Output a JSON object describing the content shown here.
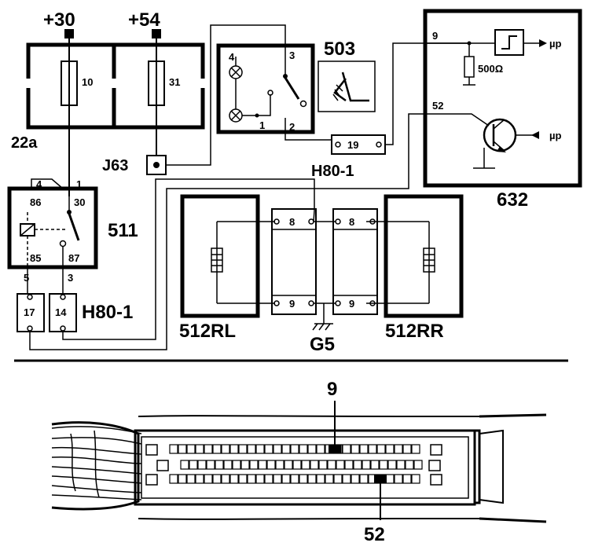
{
  "terminals": {
    "plus30": "+30",
    "plus54": "+54"
  },
  "fuse_box": {
    "id": "22a",
    "fuse_a": "10",
    "fuse_b": "31"
  },
  "connector_j63": "J63",
  "heater_switch": {
    "id": "503",
    "pins": {
      "p1": "1",
      "p2": "2",
      "p3": "3",
      "p4": "4"
    },
    "icon": "heated-seat-icon"
  },
  "h80_pin19": {
    "pin": "19",
    "label": "H80-1"
  },
  "ecu_632": {
    "id": "632",
    "pin9": "9",
    "pin52": "52",
    "resistor": "500Ω",
    "out_top": "µp",
    "out_bottom": "µp"
  },
  "relay_511": {
    "id": "511",
    "pin_4": "4",
    "pin_1": "1",
    "pin_86": "86",
    "pin_30": "30",
    "pin_85": "85",
    "pin_87": "87"
  },
  "h80_lower": {
    "label": "H80-1",
    "wire_5": "5",
    "wire_3": "3",
    "pin17": "17",
    "pin14": "14"
  },
  "seat_heaters": {
    "left": {
      "id": "512RL"
    },
    "right": {
      "id": "512RR"
    },
    "pin_top": "8",
    "pin_bottom": "9"
  },
  "ground": "G5",
  "ecu_connector": {
    "callout_top": "9",
    "callout_bottom": "52"
  },
  "colors": {
    "ink": "#000000",
    "paper": "#ffffff"
  }
}
